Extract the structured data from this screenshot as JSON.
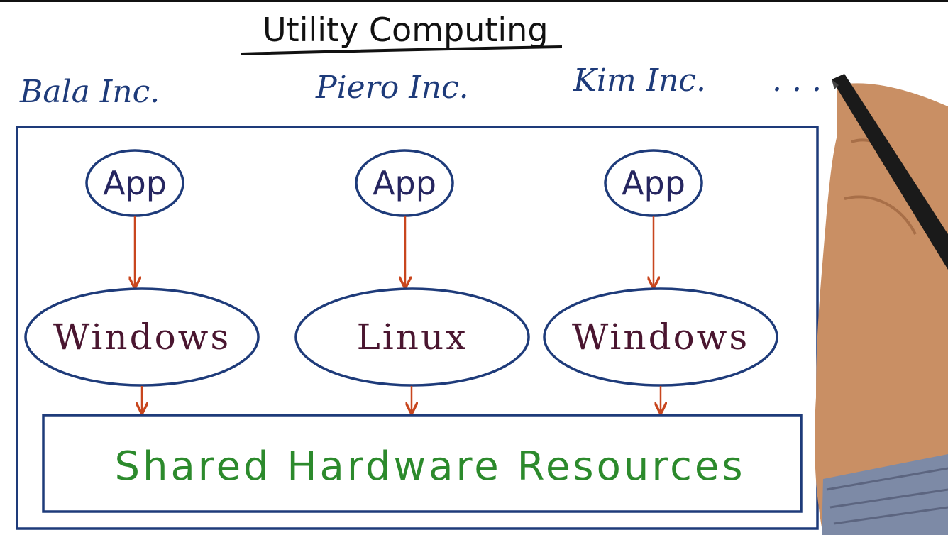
{
  "title": "Utility Computing",
  "companies": [
    "Bala Inc.",
    "Piero Inc.",
    "Kim Inc.",
    ". . ."
  ],
  "apps": [
    "App",
    "App",
    "App"
  ],
  "operating_systems": [
    "Windows",
    "Linux",
    "Windows"
  ],
  "hardware": "Shared Hardware Resources",
  "colors": {
    "box": "#1e3b7a",
    "arrow": "#c8461e",
    "app_text": "#262660",
    "os_text": "#4a1630",
    "hardware_text": "#2c8a2c"
  }
}
